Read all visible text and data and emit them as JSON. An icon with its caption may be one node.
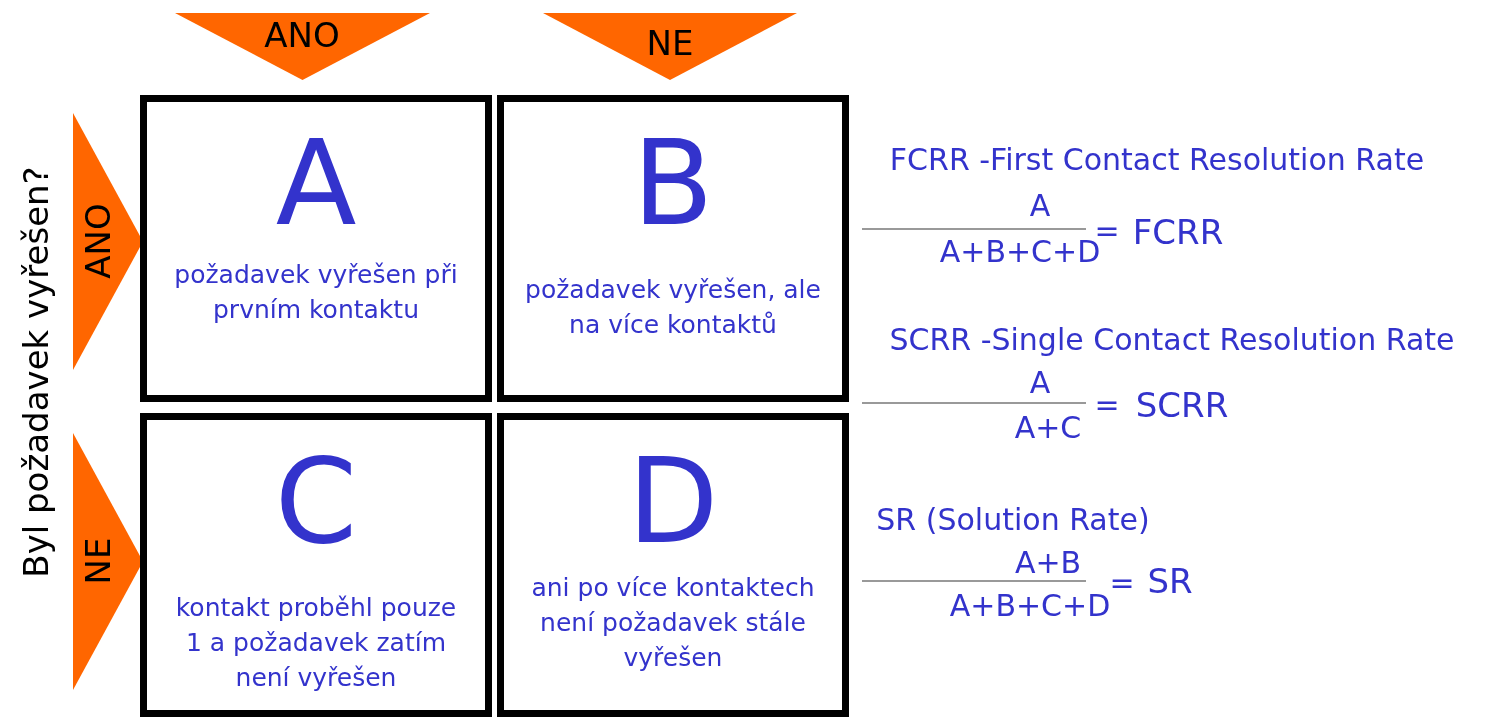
{
  "diagram": {
    "nodes": [
      {
        "text": [
          "ANO"
        ]
      },
      {
        "text": [
          "NE"
        ]
      },
      {
        "text": [
          "ANO"
        ]
      },
      {
        "text": [
          "A",
          "požadavek vyřešen při prvním kontaktu"
        ]
      },
      {
        "text": [
          "B",
          "požadavek vyřešen, ale na více kontaktů"
        ]
      },
      {
        "text": [
          "NE"
        ]
      },
      {
        "text": [
          "C",
          "kontakt proběhl pouze 1 a požadavek zatím není vyřešen"
        ]
      },
      {
        "text": [
          "D",
          "ani po více kontaktech není požadavek stále vyřešen"
        ]
      }
    ],
    "labels": [
      "Byl požadavek vyřešen?",
      "FCRR -First Contact Resolution Rate",
      "A",
      "A+B+C+D",
      "=",
      "FCRR",
      "SCRR -Single Contact Resolution Rate",
      "A",
      "A+C",
      "=",
      "SCRR",
      "SR (Solution Rate)",
      "A+B",
      "A+B+C+D",
      "=",
      "SR"
    ]
  }
}
